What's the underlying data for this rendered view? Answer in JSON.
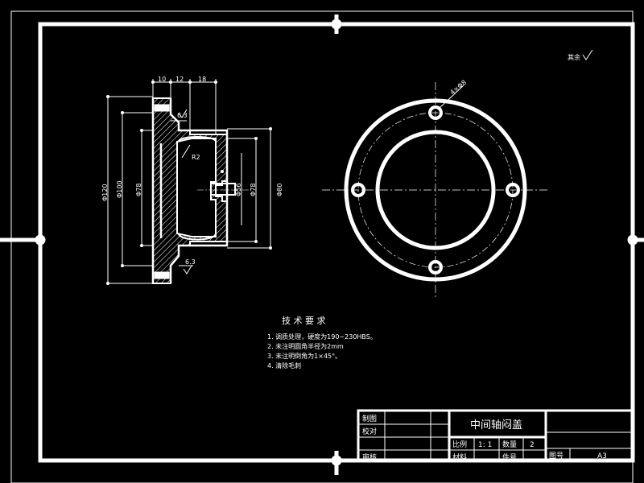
{
  "drawing": {
    "surface_finish_note": "其余",
    "dimensions": {
      "top_left": "10",
      "top_mid": "12",
      "top_right": "18",
      "chamfer": "R2",
      "roughness_top": "6.3",
      "roughness_bottom": "6.3",
      "dia_outer": "Φ120",
      "dia_bolt_circle": "Φ100",
      "dia_inner_left": "Φ78",
      "dia_bore": "Φ56",
      "dia_inner_right": "Φ78",
      "dia_right": "Φ80",
      "hole_spec": "4×Φ8"
    },
    "technical_requirements": {
      "title": "技 术 要 求",
      "items": [
        "1. 调质处理，硬度为190~230HBS。",
        "2. 未注明圆角半径为2mm",
        "3. 未注明倒角为1×45°。",
        "4. 清除毛刺"
      ]
    },
    "title_block": {
      "drawn_label": "制图",
      "checked_label": "校对",
      "approved_label": "审核",
      "part_name": "中间轴闷盖",
      "scale_label": "比例",
      "scale_value": "1: 1",
      "quantity_label": "数量",
      "quantity_value": "2",
      "material_label": "材料",
      "part_no_label": "件号",
      "drawing_no_label": "图号",
      "sheet_size": "A3"
    }
  }
}
